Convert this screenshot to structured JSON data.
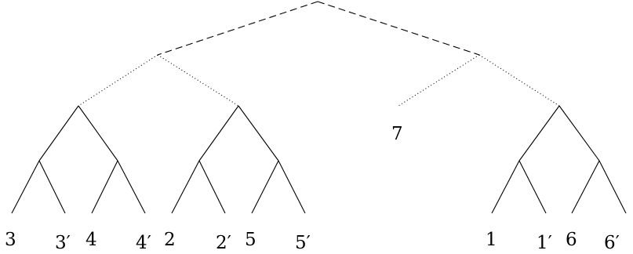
{
  "tree": {
    "leaf_labels": {
      "l3": "3",
      "l3p": "3′",
      "l4": "4",
      "l4p": "4′",
      "l2": "2",
      "l2p": "2′",
      "l5": "5",
      "l5p": "5′",
      "l7": "7",
      "l1": "1",
      "l1p": "1′",
      "l6": "6",
      "l6p": "6′"
    },
    "edge_styles": {
      "root_level": "dashed",
      "second_level": "dotted",
      "subtrees": "solid"
    }
  }
}
